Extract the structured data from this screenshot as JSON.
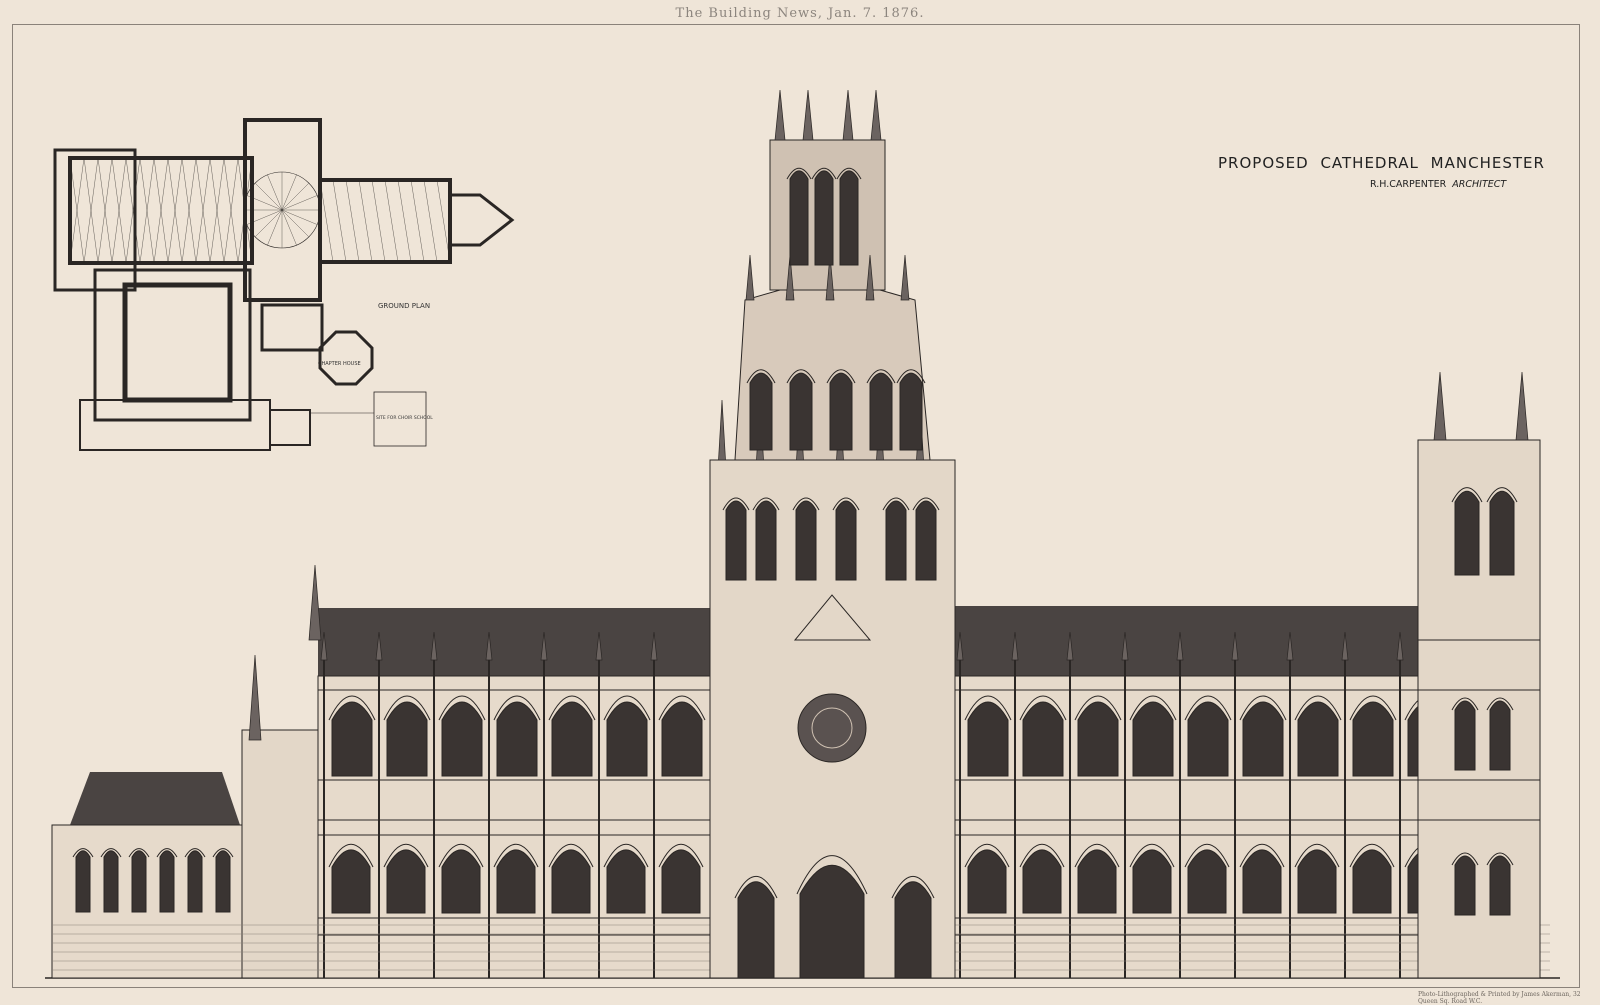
{
  "masthead": "The Building News, Jan. 7. 1876.",
  "title": "PROPOSED CATHEDRAL MANCHESTER",
  "subtitle": {
    "architect": "R.H.CARPENTER",
    "role": "ARCHITECT"
  },
  "plan": {
    "label": "GROUND PLAN",
    "chapter_house": "CHAPTER HOUSE",
    "site": "SITE FOR CHOIR SCHOOL"
  },
  "imprint": "Photo-Lithographed & Printed by James Akerman, 32 Queen Sq. Road W.C.",
  "colors": {
    "paper": "#efe5d8",
    "ink": "#2a2624",
    "roof": "#4a4442"
  }
}
